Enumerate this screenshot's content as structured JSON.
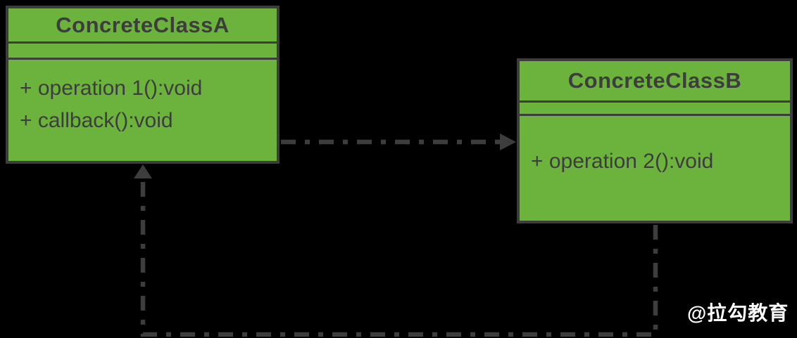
{
  "diagram": {
    "type": "uml-class-diagram",
    "watermark": "@拉勾教育"
  },
  "colors": {
    "background": "#000000",
    "class_fill": "#6cb33e",
    "line_and_text": "#3d3d3d",
    "watermark_text": "#ffffff"
  },
  "classes": [
    {
      "name": "ConcreteClassA",
      "attributes": [],
      "methods": [
        "+ operation 1():void",
        "+ callback():void"
      ]
    },
    {
      "name": "ConcreteClassB",
      "attributes": [],
      "methods": [
        "+ operation 2():void"
      ]
    }
  ],
  "relationships": [
    {
      "from": "ConcreteClassA",
      "to": "ConcreteClassB",
      "line_style": "dash-dot",
      "arrow": "filled-triangle",
      "route": "horizontal-right"
    },
    {
      "from": "ConcreteClassB",
      "to": "ConcreteClassA",
      "line_style": "dash-dot",
      "arrow": "filled-triangle",
      "route": "down-left-up"
    }
  ]
}
